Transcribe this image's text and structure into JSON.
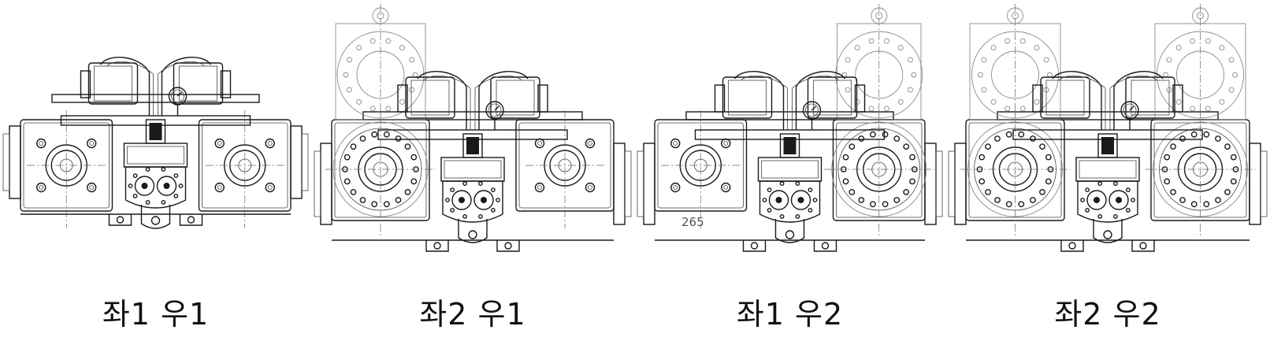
{
  "panels": [
    {
      "caption": "좌1 우1",
      "left_type": 1,
      "right_type": 1,
      "dimension": ""
    },
    {
      "caption": "좌2 우1",
      "left_type": 2,
      "right_type": 1,
      "dimension": ""
    },
    {
      "caption": "좌1 우2",
      "left_type": 1,
      "right_type": 2,
      "dimension": "265"
    },
    {
      "caption": "좌2 우2",
      "left_type": 2,
      "right_type": 2,
      "dimension": ""
    }
  ],
  "colors": {
    "line": "#1a1a1a",
    "ghost": "#8a8a8a",
    "background": "#ffffff"
  }
}
